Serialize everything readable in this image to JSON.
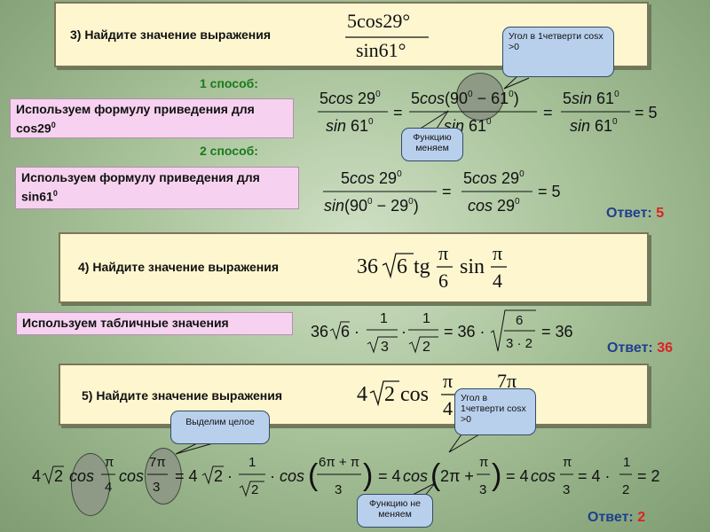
{
  "task3": {
    "label": "3) Найдите значение выражения",
    "method1": "1 способ:",
    "method2": "2 способ:",
    "hint1": "Используем формулу приведения для cos29",
    "hint1_sup": "0",
    "hint2": "Используем формулу приведения для sin61",
    "hint2_sup": "0",
    "callout_angle": "Угол в 1четверти cosx >0",
    "callout_change": "Функцию меняем",
    "answer_label": "Ответ:",
    "answer_value": "5"
  },
  "task4": {
    "label": "4) Найдите значение выражения",
    "hint": "Используем табличные значения",
    "answer_label": "Ответ:",
    "answer_value": "36"
  },
  "task5": {
    "label": "5) Найдите значение выражения",
    "callout_whole": "Выделим целое",
    "callout_angle": "Угол в 1четверти cosx >0",
    "callout_nochange": "Функцию не меняем",
    "answer_label": "Ответ:",
    "answer_value": "2"
  },
  "colors": {
    "task_box": "#fdf6cf",
    "pink_box": "#f6d2f0",
    "callout": "#b9d0ec",
    "method": "#1a7a1a",
    "answer_label": "#1f3f8f",
    "answer_value": "#dd2222"
  }
}
